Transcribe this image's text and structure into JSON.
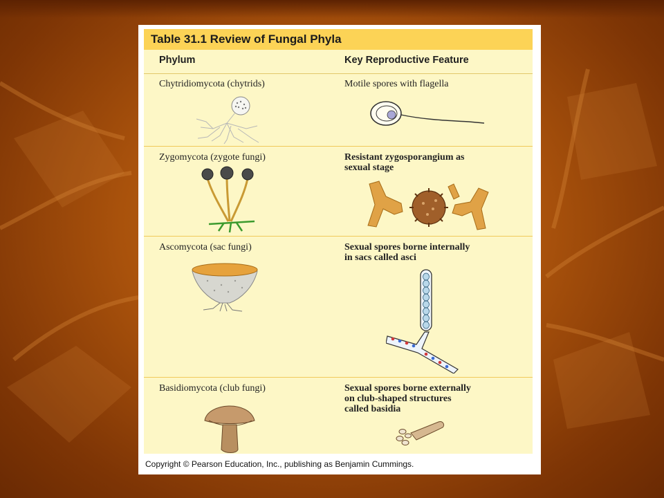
{
  "table": {
    "title": "Table 31.1 Review of Fungal Phyla",
    "headers": {
      "phylum": "Phylum",
      "feature": "Key Reproductive Feature"
    },
    "rows": [
      {
        "phylum": "Chytridiomycota (chytrids)",
        "feature": "Motile spores with flagella",
        "phylum_icon": "chytrid-icon",
        "feature_icon": "flagellated-spore-icon"
      },
      {
        "phylum": "Zygomycota (zygote fungi)",
        "feature": "Resistant zygosporangium as\nsexual stage",
        "phylum_icon": "zygote-fungus-icon",
        "feature_icon": "zygosporangium-icon"
      },
      {
        "phylum": "Ascomycota (sac fungi)",
        "feature": "Sexual spores borne internally\nin sacs called asci",
        "phylum_icon": "cup-fungus-icon",
        "feature_icon": "ascus-icon"
      },
      {
        "phylum": "Basidiomycota (club fungi)",
        "feature": "Sexual spores borne externally\non club-shaped structures\ncalled basidia",
        "phylum_icon": "mushroom-icon",
        "feature_icon": "basidium-icon"
      }
    ]
  },
  "copyright": "Copyright © Pearson Education, Inc., publishing as Benjamin Cummings.",
  "colors": {
    "background": "#a9520c",
    "title_bar": "#fcd356",
    "table_fill": "#fdf7c6",
    "row_divider": "#f0c95a"
  }
}
